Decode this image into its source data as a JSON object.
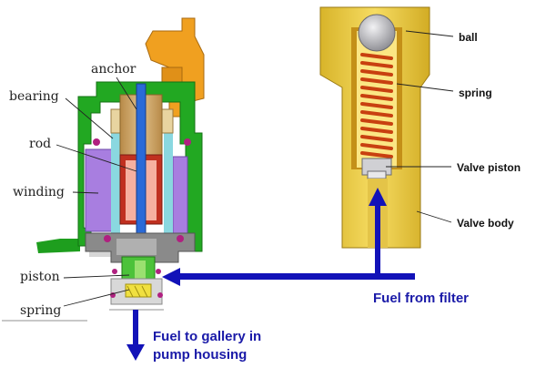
{
  "left_labels": {
    "anchor": "anchor",
    "bearing": "bearing",
    "rod": "rod",
    "winding": "winding",
    "piston": "piston",
    "spring": "spring"
  },
  "right_labels": {
    "ball": "ball",
    "spring": "spring",
    "valve_piston": "Valve piston",
    "valve_body": "Valve body"
  },
  "flow_labels": {
    "fuel_from_filter": "Fuel from filter",
    "fuel_to_gallery_line1": "Fuel to gallery in",
    "fuel_to_gallery_line2": "pump housing"
  },
  "colors": {
    "arrow_blue": "#1212b8",
    "valve_body_yellow": "#f0d24a",
    "connector_orange": "#f0a020",
    "housing_green": "#22a822",
    "winding_purple": "#a87ee0",
    "anchor_tan": "#c8a060",
    "rod_blue": "#2a6ad8",
    "spring_red": "#c84010",
    "ball_grey": "#a8a8ac"
  }
}
